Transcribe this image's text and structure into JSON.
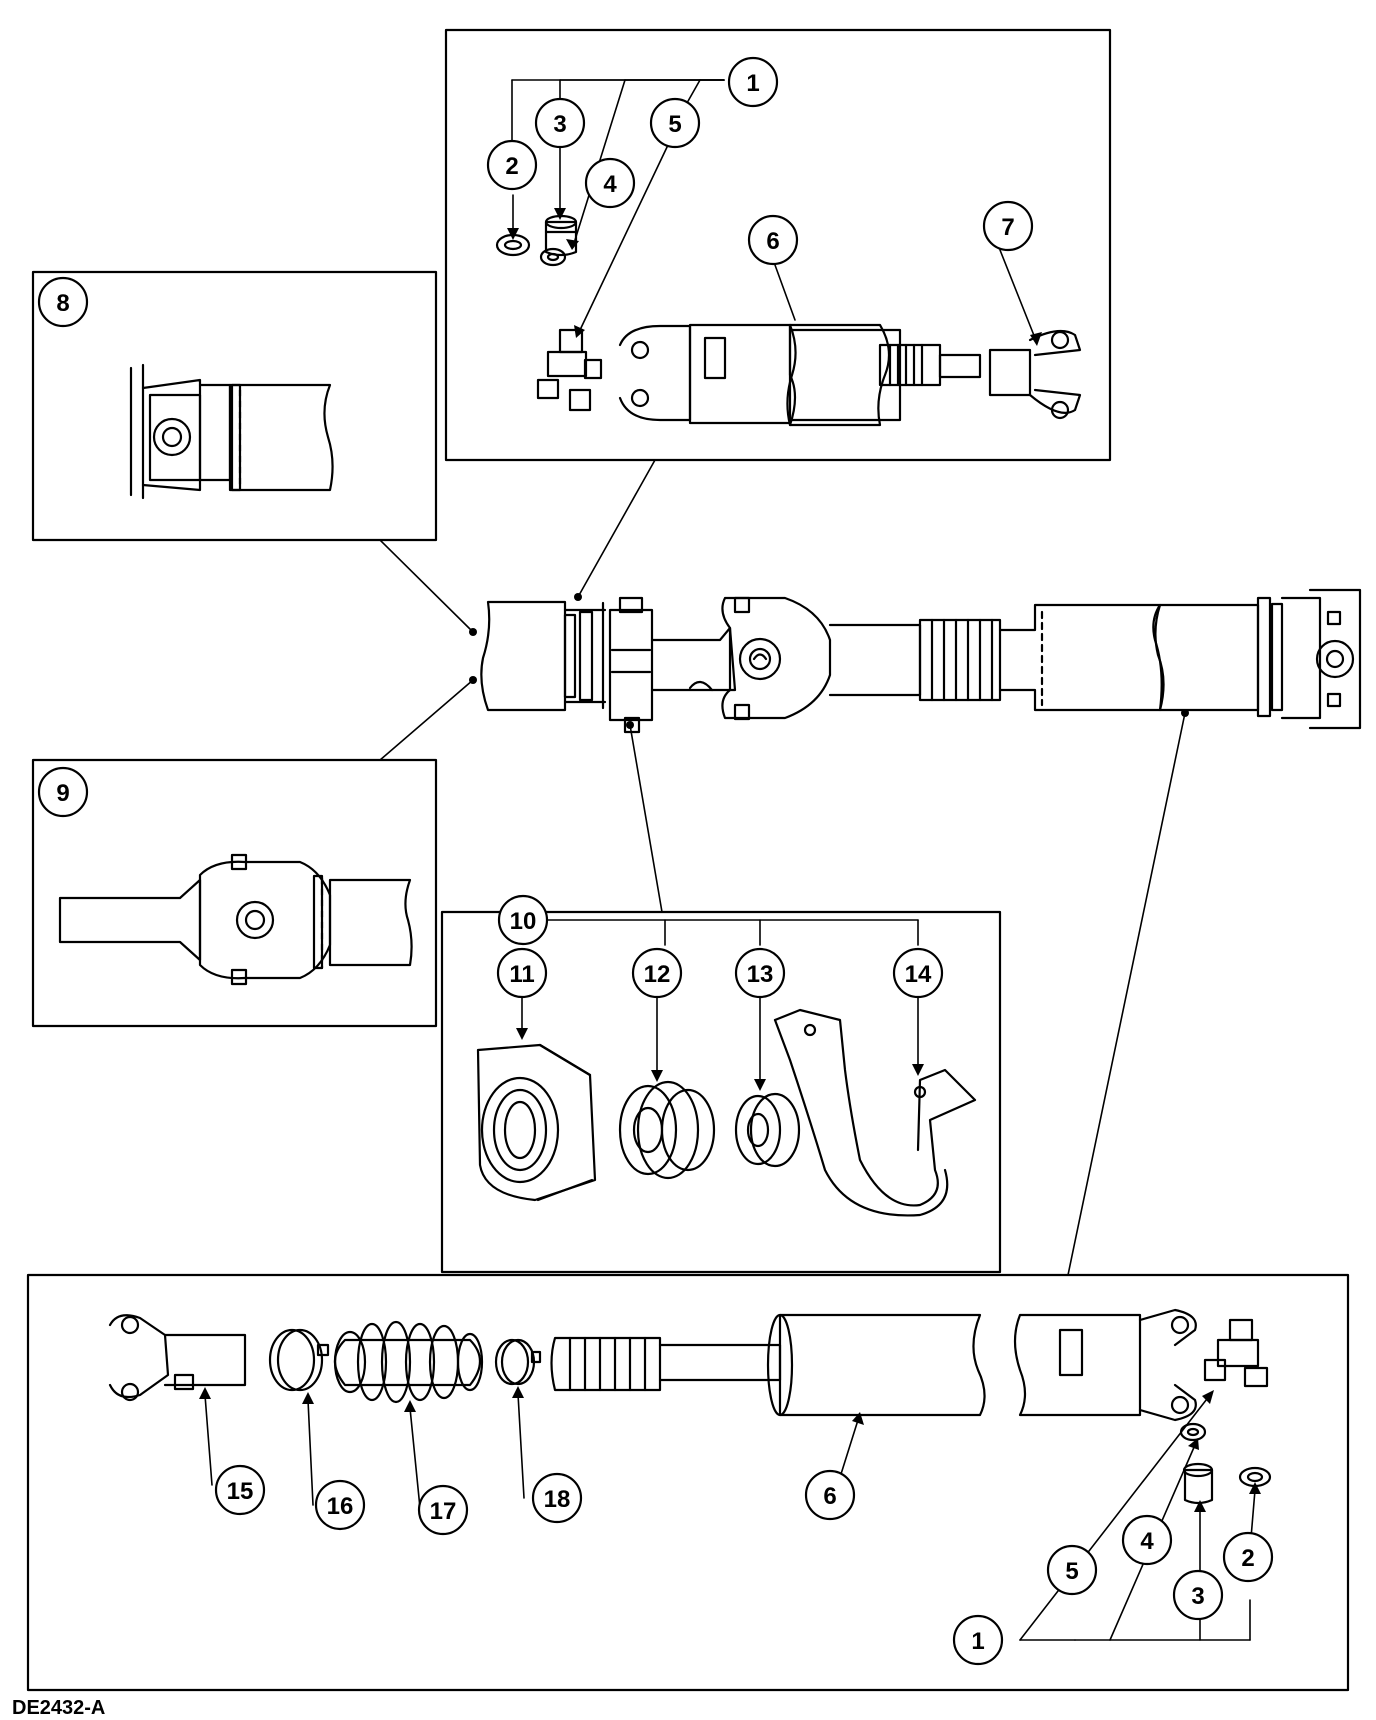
{
  "figure_code": "DE2432-A",
  "callouts": {
    "c1": "1",
    "c2": "2",
    "c3": "3",
    "c4": "4",
    "c5": "5",
    "c6": "6",
    "c7": "7",
    "c8": "8",
    "c9": "9",
    "c10": "10",
    "c11": "11",
    "c12": "12",
    "c13": "13",
    "c14": "14",
    "c15": "15",
    "c16": "16",
    "c17": "17",
    "c18": "18"
  }
}
